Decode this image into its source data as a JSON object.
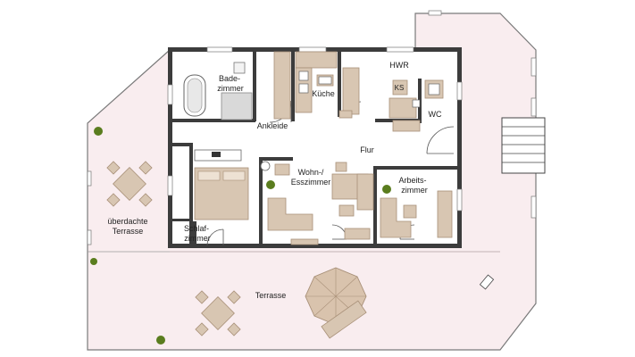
{
  "rooms": {
    "badezimmer_1": "Bade-",
    "badezimmer_2": "zimmer",
    "ankleide": "Ankleide",
    "kueche": "Küche",
    "hwr": "HWR",
    "ks": "KS",
    "wc": "WC",
    "flur": "Flur",
    "wohn_1": "Wohn-/",
    "wohn_2": "Esszimmer",
    "arbeit_1": "Arbeits-",
    "arbeit_2": "zimmer",
    "schlaf_1": "Schlaf-",
    "schlaf_2": "zimmer",
    "terrasse_ueber_1": "überdachte",
    "terrasse_ueber_2": "Terrasse",
    "terrasse": "Terrasse"
  },
  "colors": {
    "terrace_fill": "#f9edef",
    "wall": "#3c3c3c",
    "furniture": "#d8c6b2",
    "furniture_stroke": "#a89078",
    "plant": "#5a7d1e",
    "umbrella": "#d9c3ad"
  }
}
